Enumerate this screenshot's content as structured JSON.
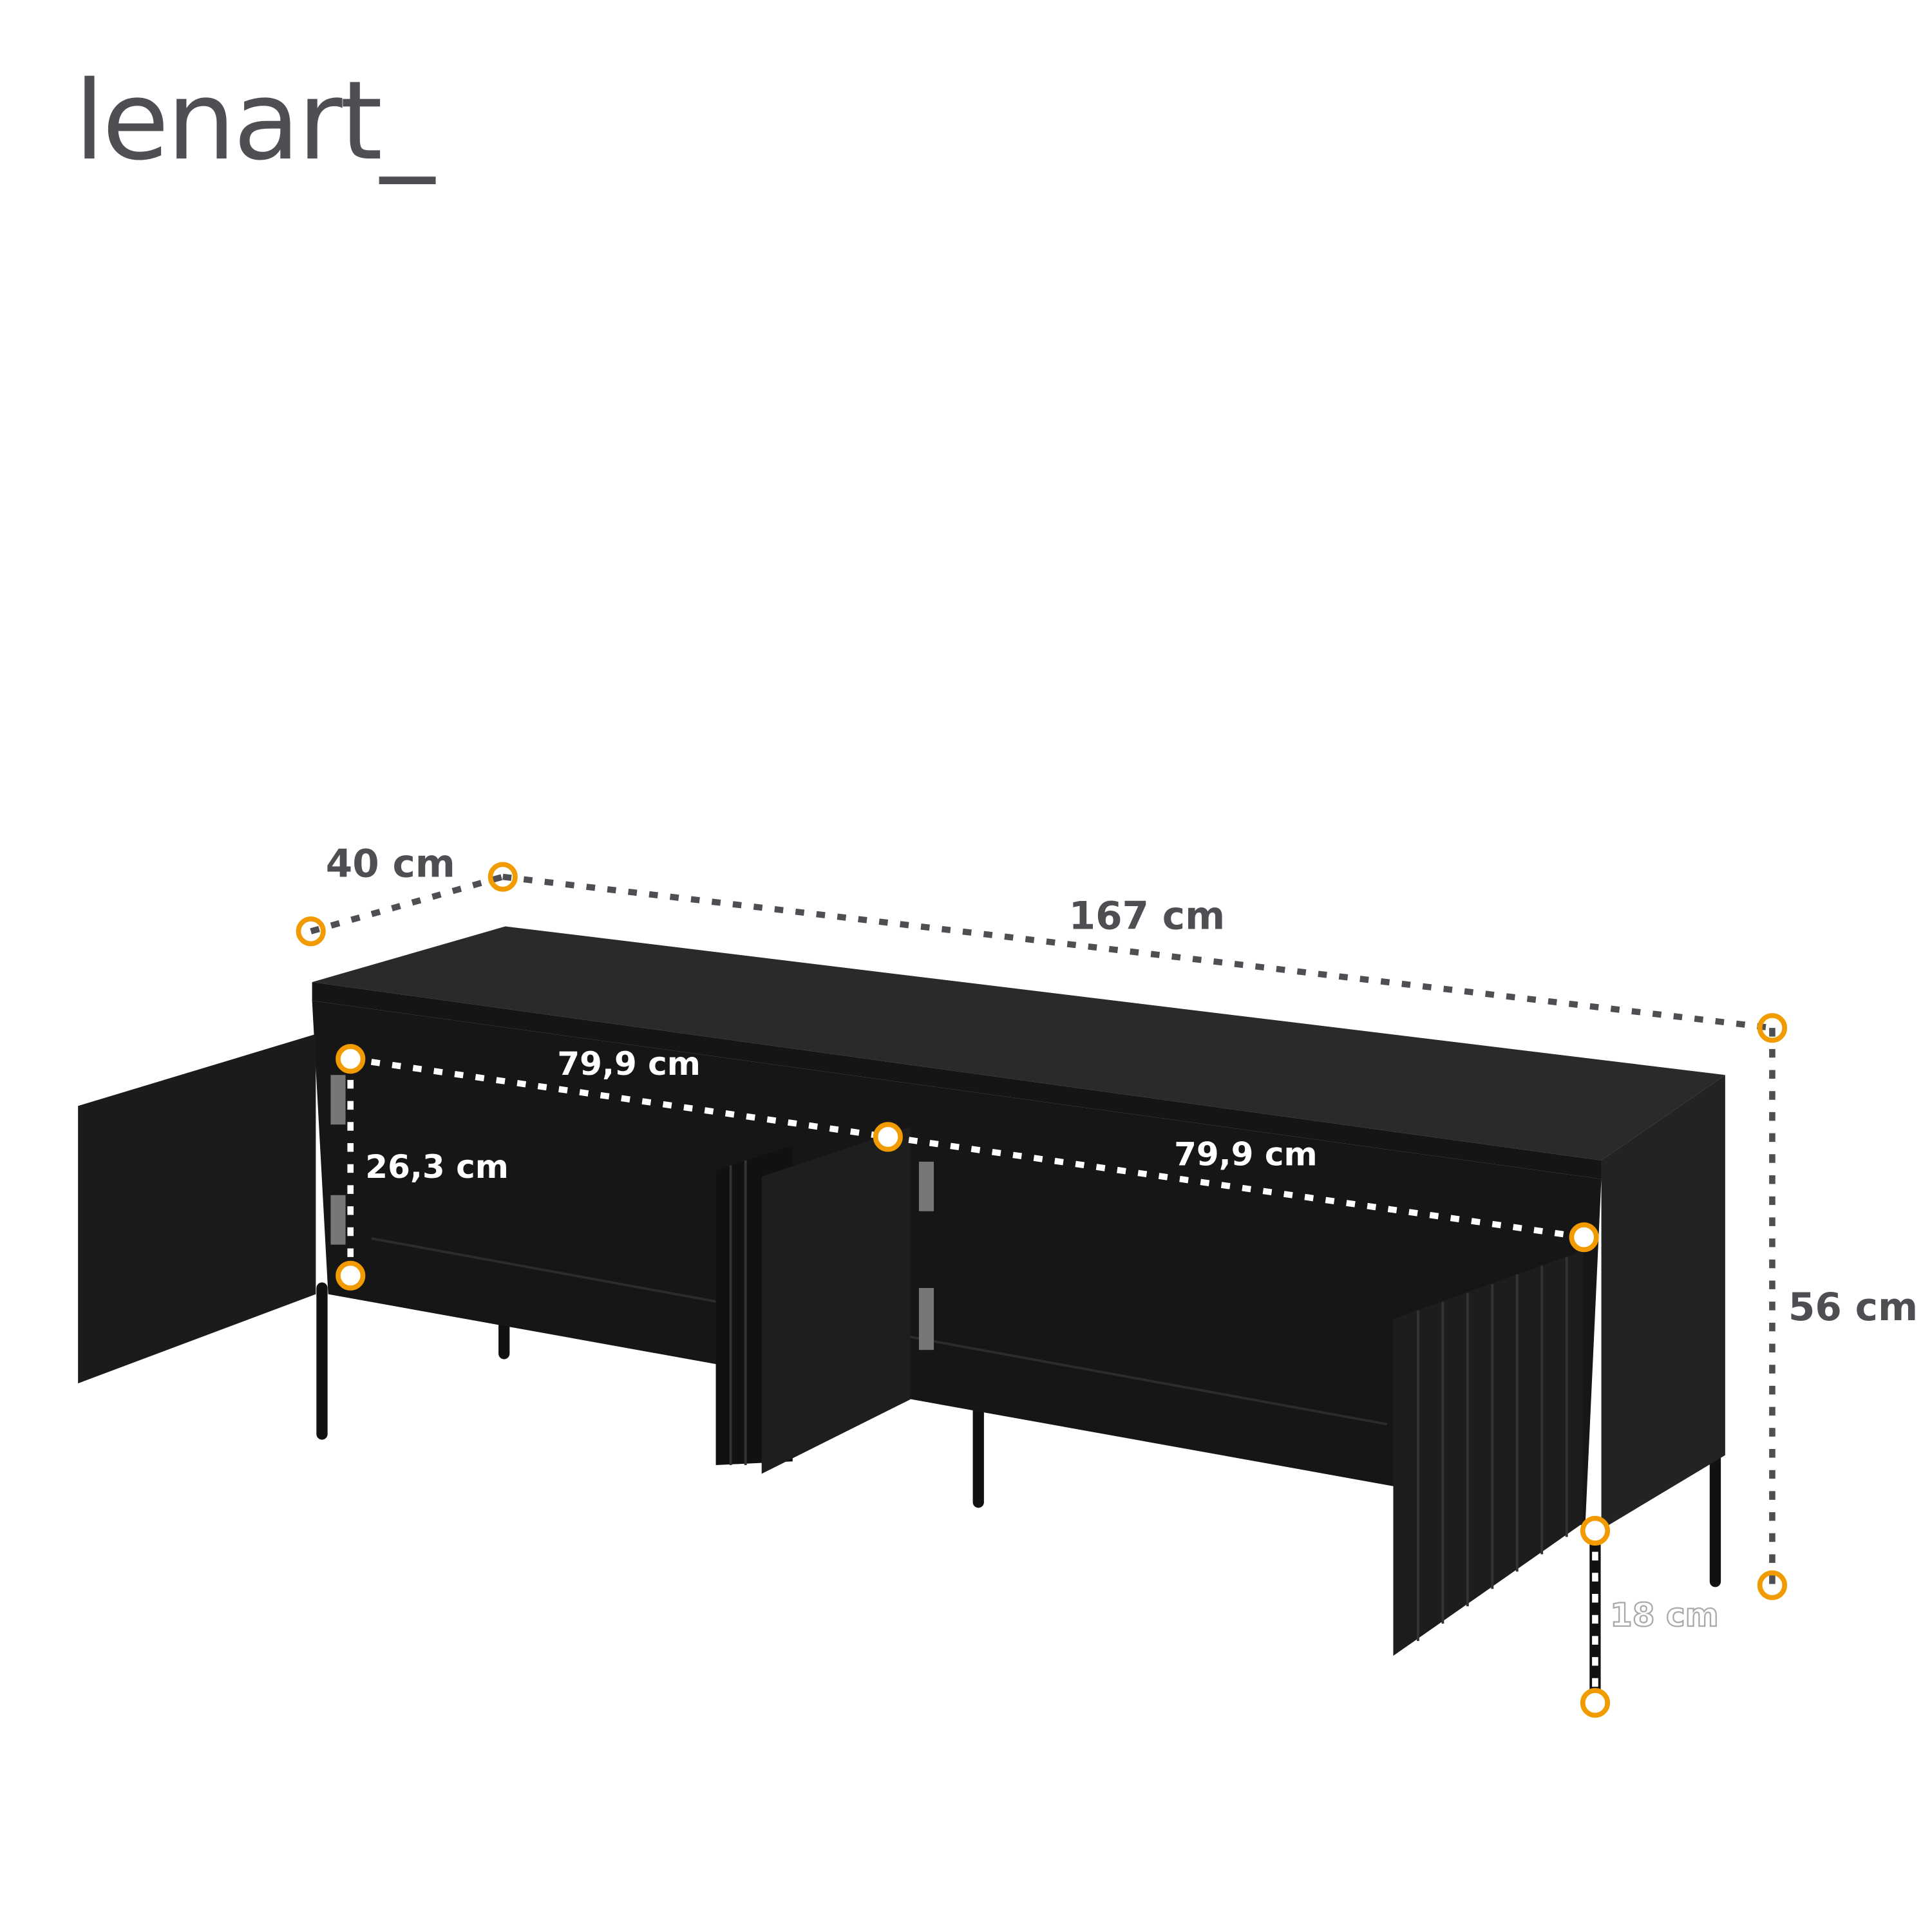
{
  "brand": {
    "logo_text": "lenart_"
  },
  "colors": {
    "marker": "#f29b00",
    "dimension_line": "#4d4f53",
    "furniture": "#1c1c1c",
    "background": "#ffffff"
  },
  "dimensions": {
    "depth": "40 cm",
    "width": "167 cm",
    "height": "56 cm",
    "compartment_width_left": "79,9 cm",
    "compartment_width_right": "79,9 cm",
    "compartment_height": "26,3 cm",
    "leg_height": "18 cm"
  }
}
